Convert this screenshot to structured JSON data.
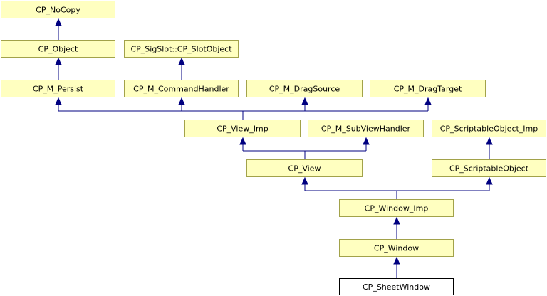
{
  "diagram": {
    "nodes": [
      {
        "id": "nocopy",
        "label": "CP_NoCopy",
        "current": false
      },
      {
        "id": "object",
        "label": "CP_Object",
        "current": false
      },
      {
        "id": "slotobject",
        "label": "CP_SigSlot::CP_SlotObject",
        "current": false
      },
      {
        "id": "persist",
        "label": "CP_M_Persist",
        "current": false
      },
      {
        "id": "commandhandler",
        "label": "CP_M_CommandHandler",
        "current": false
      },
      {
        "id": "dragsource",
        "label": "CP_M_DragSource",
        "current": false
      },
      {
        "id": "dragtarget",
        "label": "CP_M_DragTarget",
        "current": false
      },
      {
        "id": "viewimp",
        "label": "CP_View_Imp",
        "current": false
      },
      {
        "id": "subviewhandler",
        "label": "CP_M_SubViewHandler",
        "current": false
      },
      {
        "id": "scriptableobjectimp",
        "label": "CP_ScriptableObject_Imp",
        "current": false
      },
      {
        "id": "view",
        "label": "CP_View",
        "current": false
      },
      {
        "id": "scriptableobject",
        "label": "CP_ScriptableObject",
        "current": false
      },
      {
        "id": "windowimp",
        "label": "CP_Window_Imp",
        "current": false
      },
      {
        "id": "window",
        "label": "CP_Window",
        "current": false
      },
      {
        "id": "sheetwindow",
        "label": "CP_SheetWindow",
        "current": true
      }
    ],
    "edges": [
      {
        "from": "object",
        "to": "nocopy"
      },
      {
        "from": "persist",
        "to": "object"
      },
      {
        "from": "commandhandler",
        "to": "slotobject"
      },
      {
        "from": "viewimp",
        "to": "persist"
      },
      {
        "from": "viewimp",
        "to": "commandhandler"
      },
      {
        "from": "viewimp",
        "to": "dragsource"
      },
      {
        "from": "viewimp",
        "to": "dragtarget"
      },
      {
        "from": "view",
        "to": "viewimp"
      },
      {
        "from": "view",
        "to": "subviewhandler"
      },
      {
        "from": "scriptableobject",
        "to": "scriptableobjectimp"
      },
      {
        "from": "windowimp",
        "to": "view"
      },
      {
        "from": "windowimp",
        "to": "scriptableobject"
      },
      {
        "from": "window",
        "to": "windowimp"
      },
      {
        "from": "sheetwindow",
        "to": "window"
      }
    ],
    "colors": {
      "node_fill": "#ffffc0",
      "node_border": "#a2a24a",
      "current_fill": "#ffffff",
      "current_border": "#000000",
      "edge": "#000080"
    }
  }
}
